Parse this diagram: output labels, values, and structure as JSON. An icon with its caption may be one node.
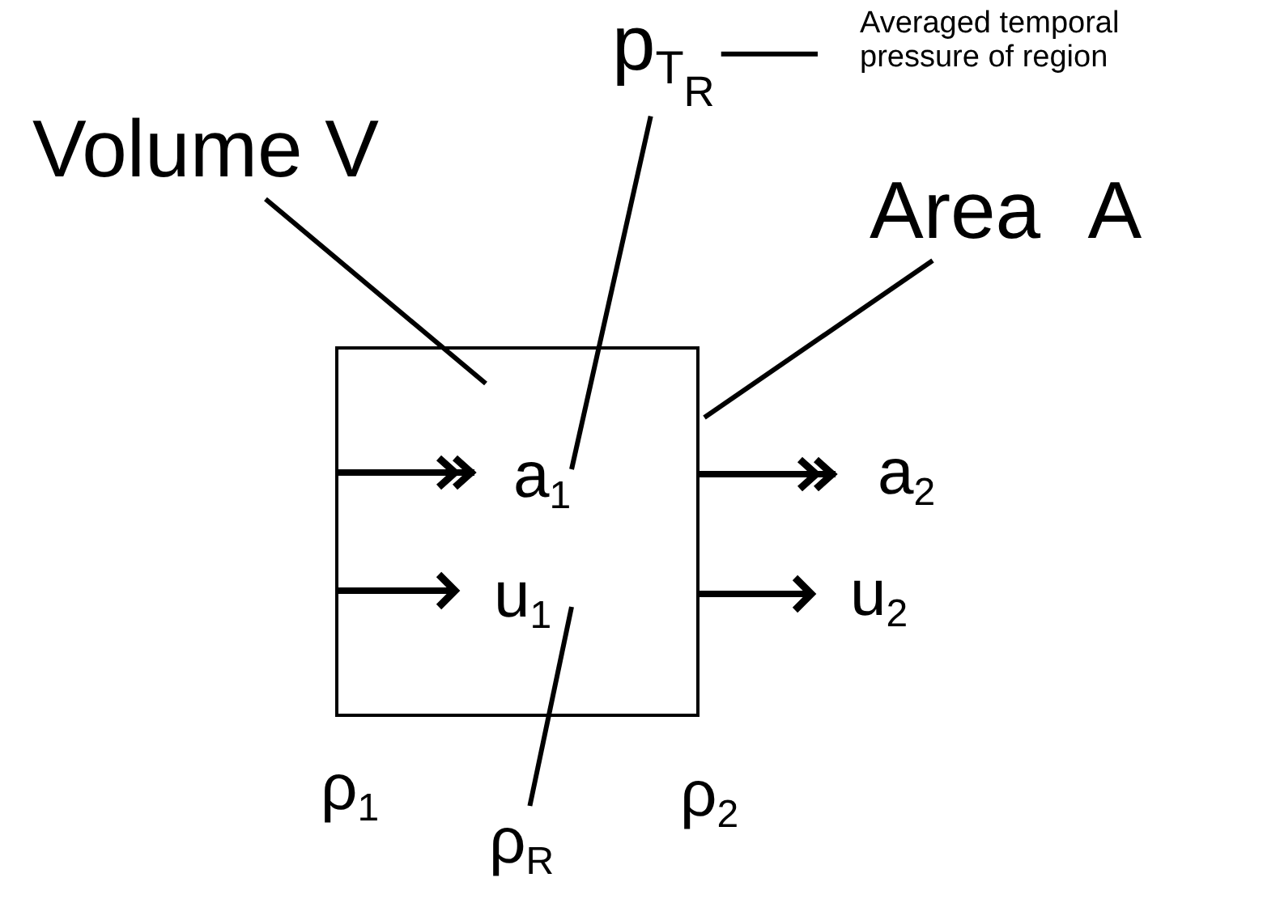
{
  "diagram": {
    "nodes": [
      {
        "text": [],
        "shape": "box"
      },
      {
        "text": [
          "p$_{T}$$_{R}$"
        ]
      },
      {
        "text": [
          "Averaged temporal pressure of region"
        ]
      },
      {
        "text": [
          "Volume V"
        ]
      },
      {
        "text": [
          "Area A"
        ]
      },
      {
        "text": [
          "a$_{1}$"
        ],
        "in": 0
      },
      {
        "text": [
          "u$_{1}$"
        ],
        "in": 0
      },
      {
        "text": [
          "a$_{2}$"
        ]
      },
      {
        "text": [
          "u$_{2}$"
        ]
      },
      {
        "text": [
          "ρ$_{R}$"
        ]
      }
    ],
    "edges": [
      {
        "from": 1,
        "to": 2,
        "arrow": "none"
      },
      {
        "from": 1,
        "to": 0,
        "arrow": "none"
      },
      {
        "from": 3,
        "to": 0,
        "arrow": "none"
      },
      {
        "from": 4,
        "to": 0,
        "arrow": "none"
      },
      {
        "from": 0,
        "to": 5,
        "arrow": "to"
      },
      {
        "from": 0,
        "to": 6,
        "arrow": "to"
      },
      {
        "from": 0,
        "to": 7,
        "arrow": "to"
      },
      {
        "from": 0,
        "to": 8,
        "arrow": "to"
      },
      {
        "from": 9,
        "to": 0,
        "arrow": "none"
      }
    ],
    "labels": [
      "ρ$_{1}$",
      "ρ$_{2}$"
    ]
  }
}
